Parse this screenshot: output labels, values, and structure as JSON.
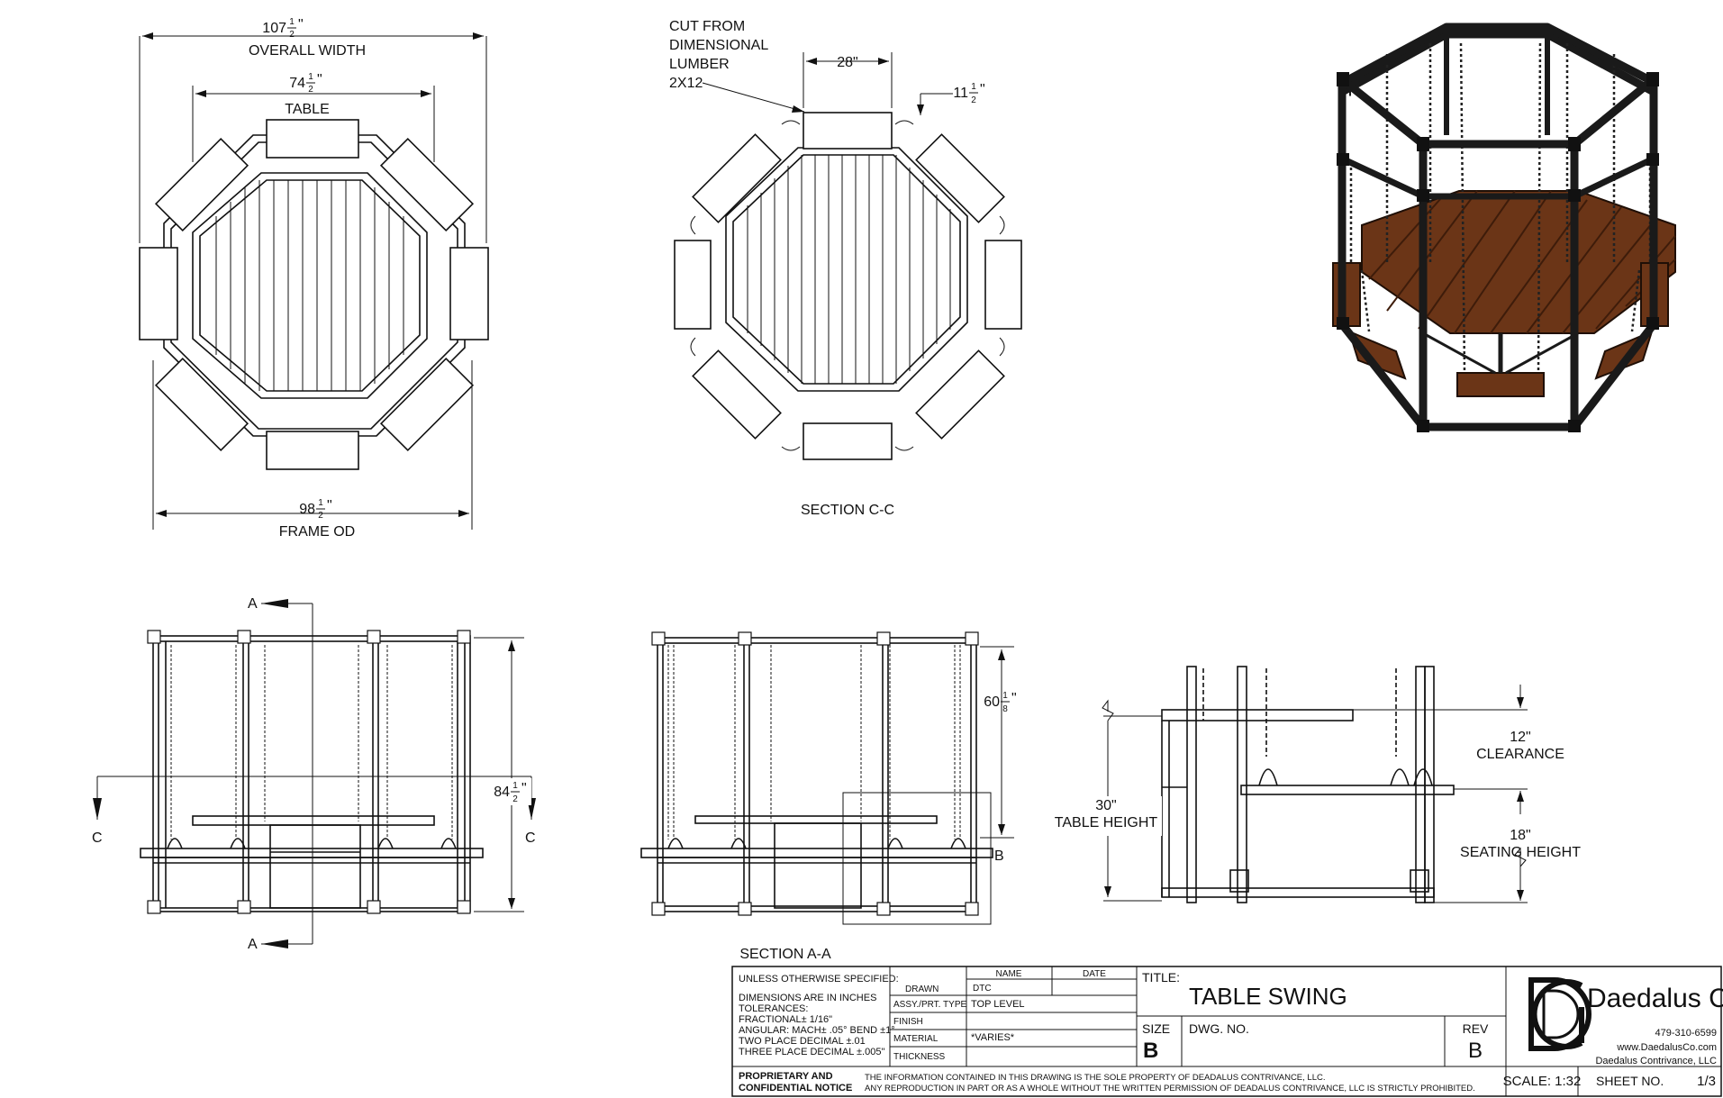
{
  "top_view": {
    "overall_width": {
      "whole": "107",
      "num": "1",
      "den": "2",
      "unit": "\"",
      "label": "OVERALL WIDTH"
    },
    "table_width": {
      "whole": "74",
      "num": "1",
      "den": "2",
      "unit": "\"",
      "label": "TABLE"
    },
    "frame_od": {
      "whole": "98",
      "num": "1",
      "den": "2",
      "unit": "\"",
      "label": "FRAME OD"
    }
  },
  "section_cc": {
    "title": "SECTION C-C",
    "callout": [
      "CUT FROM",
      "DIMENSIONAL",
      "LUMBER",
      "2X12"
    ],
    "seat_length": "28\"",
    "seat_width": {
      "whole": "11",
      "num": "1",
      "den": "2",
      "unit": "\""
    }
  },
  "front_view": {
    "height": {
      "whole": "84",
      "num": "1",
      "den": "2",
      "unit": "\""
    },
    "section_marks": {
      "a": "A",
      "c": "C"
    }
  },
  "section_aa": {
    "title": "SECTION A-A",
    "chain_length": {
      "whole": "60",
      "num": "1",
      "den": "8",
      "unit": "\""
    },
    "detail_mark": "B"
  },
  "detail_b": {
    "table_height": [
      "30\"",
      "TABLE HEIGHT"
    ],
    "clearance": [
      "12\"",
      "CLEARANCE"
    ],
    "seating_height": [
      "18\"",
      "SEATING HEIGHT"
    ]
  },
  "title_block": {
    "unless": "UNLESS OTHERWISE SPECIFIED:",
    "dims": "DIMENSIONS ARE IN INCHES",
    "tolerances": "TOLERANCES:",
    "fractional": "FRACTIONAL± 1/16\"",
    "angular": "ANGULAR: MACH± .05° BEND ±1°",
    "two_place": "TWO PLACE DECIMAL    ±.01",
    "three_place": "THREE PLACE DECIMAL   ±.005\"",
    "proprietary": "PROPRIETARY AND",
    "confidential": "CONFIDENTIAL NOTICE",
    "notice_1": "THE INFORMATION CONTAINED IN THIS DRAWING IS THE SOLE PROPERTY OF DEADALUS CONTRIVANCE, LLC.",
    "notice_2": "ANY REPRODUCTION IN PART OR AS A WHOLE WITHOUT THE WRITTEN PERMISSION OF DEADALUS CONTRIVANCE, LLC IS STRICTLY PROHIBITED.",
    "name_hdr": "NAME",
    "date_hdr": "DATE",
    "drawn": "DRAWN",
    "drawn_name": "DTC",
    "assy_lbl": "ASSY./PRT. TYPE",
    "assy_val": "TOP LEVEL",
    "finish_lbl": "FINISH",
    "material_lbl": "MATERIAL",
    "material_val": "*VARIES*",
    "thickness_lbl": "THICKNESS",
    "title_lbl": "TITLE:",
    "title_val": "TABLE SWING",
    "size_lbl": "SIZE",
    "size_val": "B",
    "dwg_lbl": "DWG.  NO.",
    "rev_lbl": "REV",
    "rev_val": "B",
    "scale": "SCALE: 1:32",
    "sheet_lbl": "SHEET NO.",
    "sheet_val": "1/3",
    "company": "Daedalus Co.",
    "phone": "479-310-6599",
    "web": "www.DaedalusCo.com",
    "company_full": "Daedalus Contrivance, LLC"
  },
  "colors": {
    "line": "#111111",
    "wood": "#6b3517",
    "wood_dark": "#3e1c0a",
    "frame": "#1a1a1a"
  }
}
